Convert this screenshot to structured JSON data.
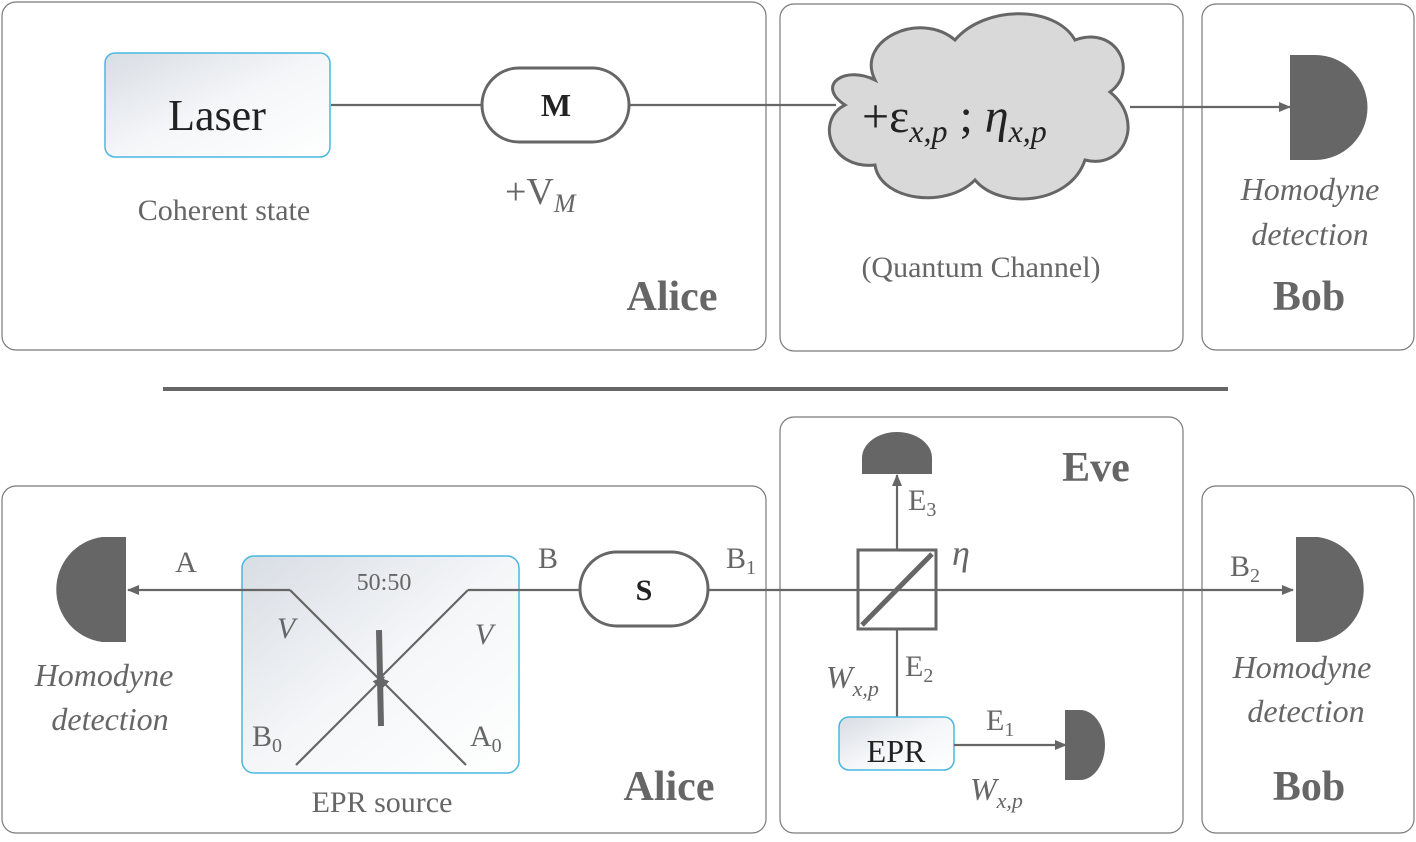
{
  "top": {
    "laser_label": "Laser",
    "laser_caption": "Coherent state",
    "modulator_label": "M",
    "modulator_noise": "+V",
    "modulator_noise_sub": "M",
    "cloud_prefix": "+ε",
    "cloud_prefix_sub": "x,p",
    "cloud_sep": " ; ",
    "cloud_eta": "η",
    "cloud_eta_sub": "x,p",
    "channel_caption": "(Quantum Channel)",
    "bob_detection_line1": "Homodyne",
    "bob_detection_line2": "detection",
    "alice_title": "Alice",
    "bob_title": "Bob"
  },
  "bottom": {
    "alice_detection_line1": "Homodyne",
    "alice_detection_line2": "detection",
    "mode_A": "A",
    "mode_B": "B",
    "bs_ratio": "50:50",
    "variance_left": "V",
    "variance_right": "V",
    "mode_B0": "B",
    "mode_B0_sub": "0",
    "mode_A0": "A",
    "mode_A0_sub": "0",
    "epr_source_caption": "EPR source",
    "squeezer_label": "S",
    "mode_B1": "B",
    "mode_B1_sub": "1",
    "eve_title": "Eve",
    "mode_E3": "E",
    "mode_E3_sub": "3",
    "bs_eta": "η",
    "mode_E2": "E",
    "mode_E2_sub": "2",
    "w_label": "W",
    "w_label_sub": "x,p",
    "eve_epr_label": "EPR",
    "mode_E1": "E",
    "mode_E1_sub": "1",
    "w_label2": "W",
    "w_label2_sub": "x,p",
    "mode_B2": "B",
    "mode_B2_sub": "2",
    "bob_detection_line1": "Homodyne",
    "bob_detection_line2": "detection",
    "alice_title": "Alice",
    "bob_title": "Bob"
  }
}
